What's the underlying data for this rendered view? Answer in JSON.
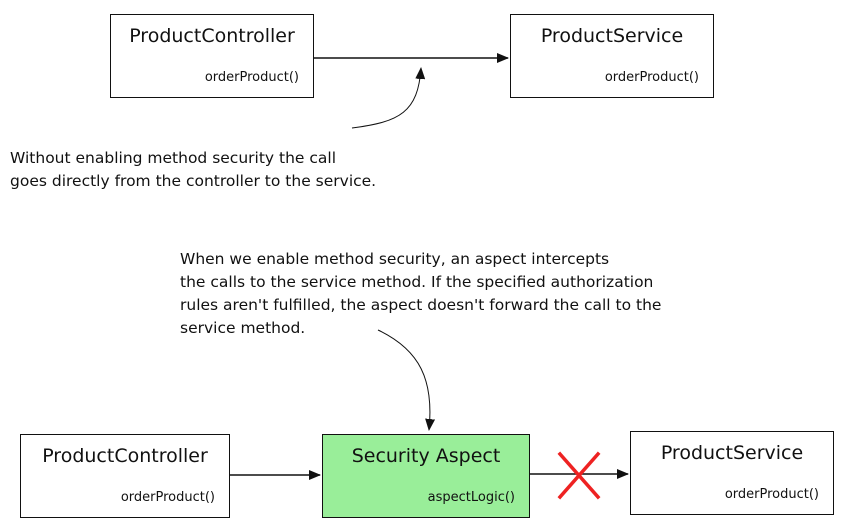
{
  "top": {
    "controller": {
      "title": "ProductController",
      "method": "orderProduct()"
    },
    "service": {
      "title": "ProductService",
      "method": "orderProduct()"
    },
    "note": [
      "Without enabling method security the call",
      "goes directly from the controller to the service."
    ]
  },
  "bottom": {
    "note": [
      "When we enable method security, an aspect intercepts",
      "the calls to the service method. If the specified authorization",
      "rules aren't fulfilled, the aspect doesn't forward the call to the",
      "service method."
    ],
    "controller": {
      "title": "ProductController",
      "method": "orderProduct()"
    },
    "aspect": {
      "title": "Security Aspect",
      "method": "aspectLogic()",
      "color": "#99ee99"
    },
    "service": {
      "title": "ProductService",
      "method": "orderProduct()"
    },
    "blocked_marker_color": "#ee2222"
  }
}
